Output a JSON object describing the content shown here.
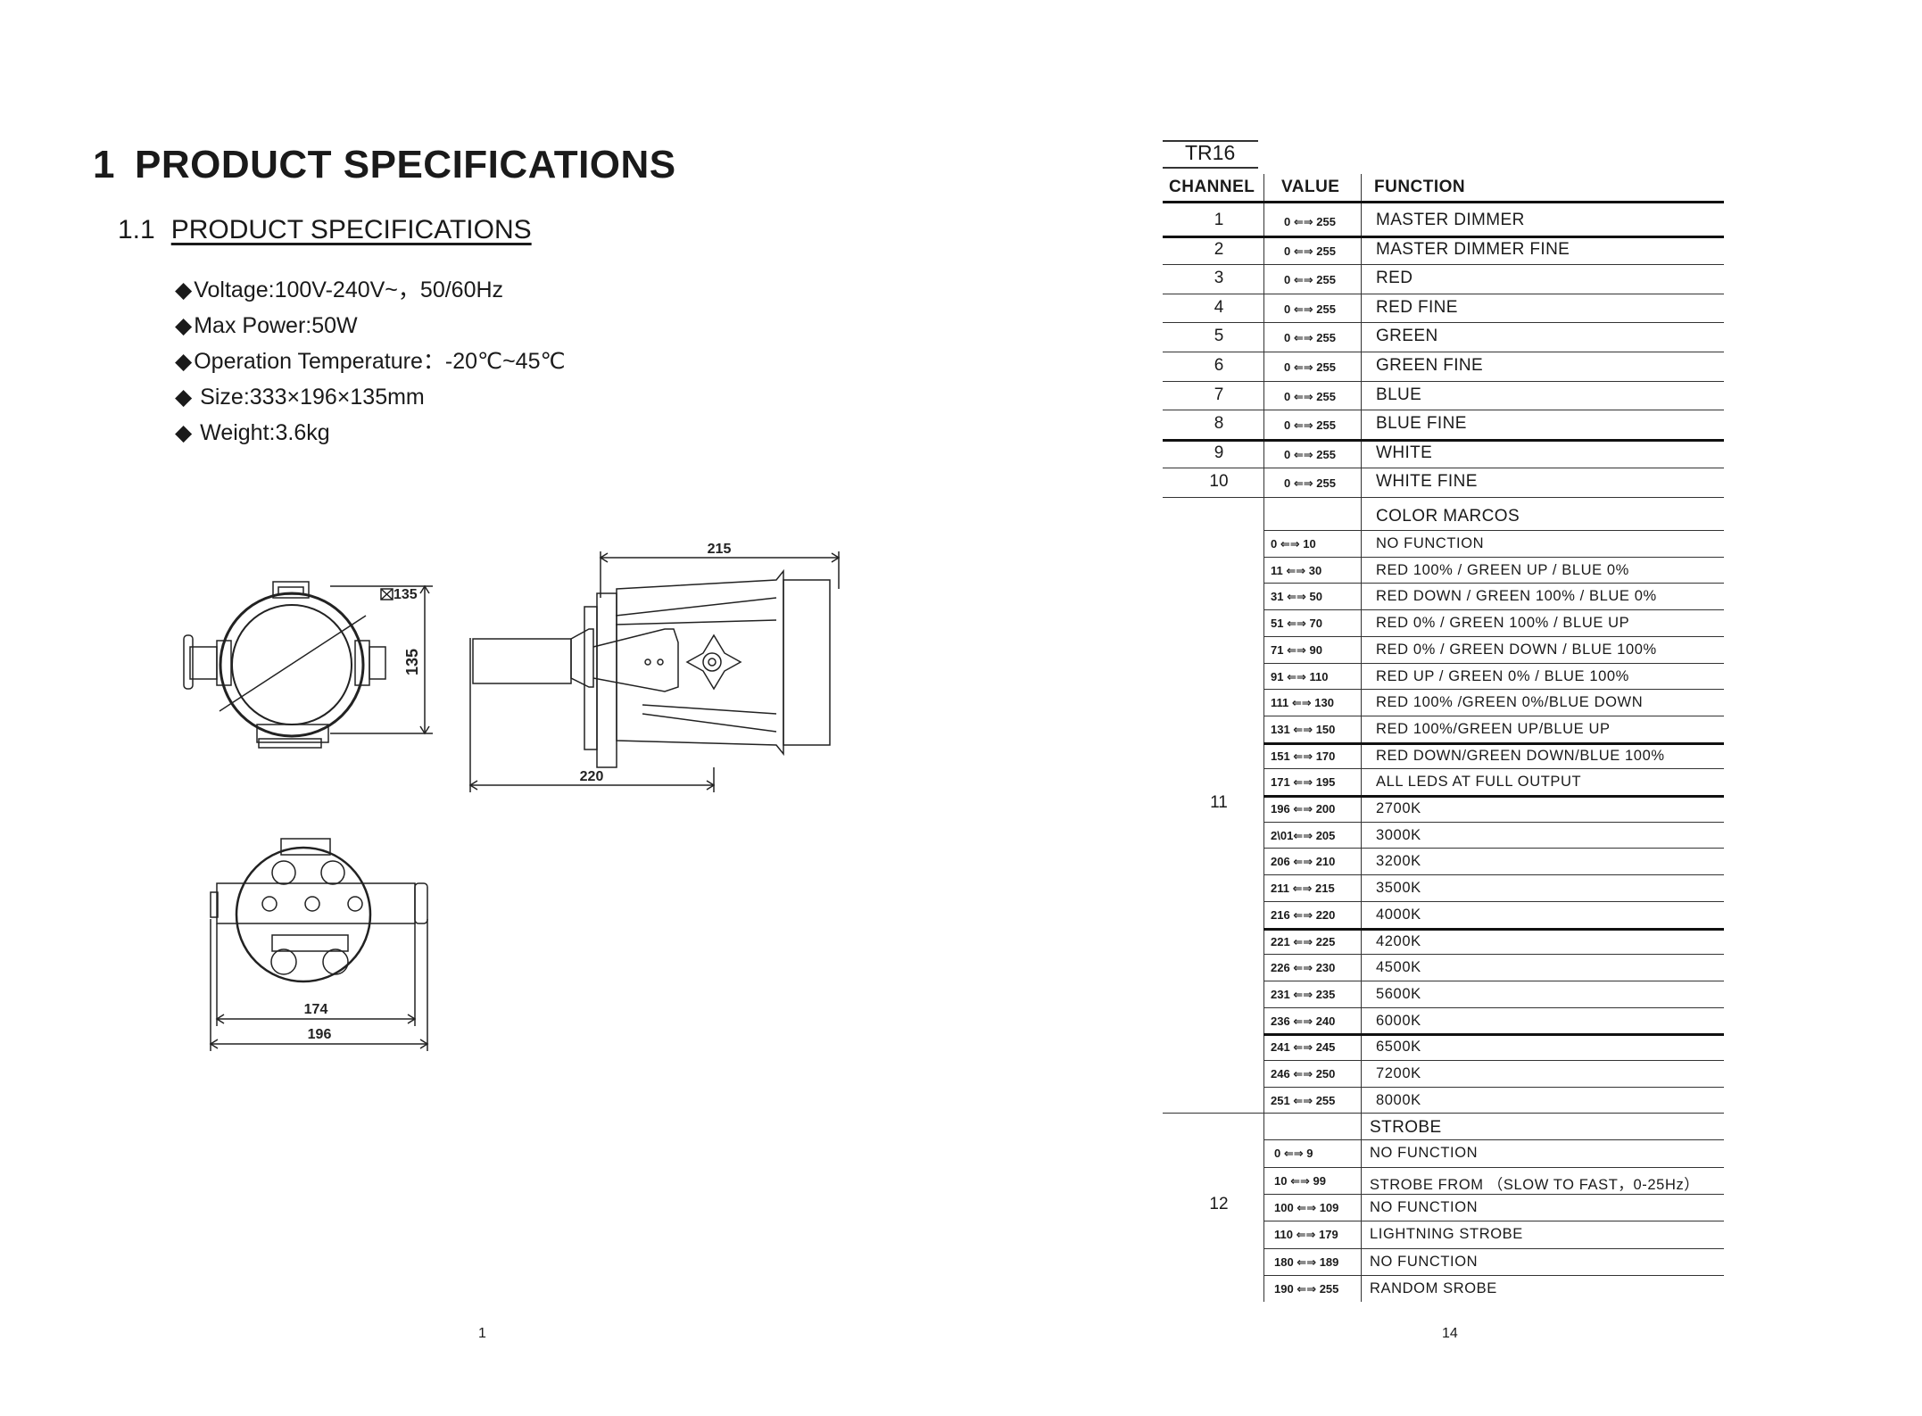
{
  "left_page": {
    "title_number": "1",
    "title": "PRODUCT SPECIFICATIONS",
    "section_number": "1.1",
    "section_title": "PRODUCT SPECIFICATIONS",
    "specs": [
      {
        "bullet": "◆",
        "text": "Voltage:100V-240V~，50/60Hz"
      },
      {
        "bullet": "◆",
        "text": "Max Power:50W"
      },
      {
        "bullet": "◆",
        "text": "Operation Temperature：-20℃~45℃"
      },
      {
        "bullet": "◆",
        "text": " Size:333×196×135mm"
      },
      {
        "bullet": "◆",
        "text": " Weight:3.6kg"
      }
    ],
    "drawing_labels": {
      "front_height": "135",
      "front_diameter": "135",
      "side_top": "215",
      "side_bottom": "220",
      "back_inner": "174",
      "back_outer": "196"
    },
    "page_number": "1"
  },
  "right_page": {
    "mode": "TR16",
    "headers": {
      "channel": "CHANNEL",
      "value": "VALUE",
      "function": "FUNCTION"
    },
    "simple_rows": [
      {
        "channel": "1",
        "value": "0 ⇐⇒ 255",
        "function": "MASTER DIMMER"
      },
      {
        "channel": "2",
        "value": "0 ⇐⇒ 255",
        "function": "MASTER DIMMER FINE"
      },
      {
        "channel": "3",
        "value": "0 ⇐⇒ 255",
        "function": "RED"
      },
      {
        "channel": "4",
        "value": "0 ⇐⇒ 255",
        "function": "RED FINE"
      },
      {
        "channel": "5",
        "value": "0 ⇐⇒ 255",
        "function": "GREEN"
      },
      {
        "channel": "6",
        "value": "0 ⇐⇒ 255",
        "function": "GREEN FINE"
      },
      {
        "channel": "7",
        "value": "0 ⇐⇒ 255",
        "function": "BLUE"
      },
      {
        "channel": "8",
        "value": "0 ⇐⇒ 255",
        "function": "BLUE FINE"
      },
      {
        "channel": "9",
        "value": "0 ⇐⇒ 255",
        "function": "WHITE"
      },
      {
        "channel": "10",
        "value": "0 ⇐⇒ 255",
        "function": "WHITE FINE"
      }
    ],
    "channel_11": {
      "channel": "11",
      "heading": "COLOR MARCOS",
      "rows": [
        {
          "value": "0 ⇐⇒ 10",
          "function": "NO FUNCTION"
        },
        {
          "value": "11 ⇐⇒ 30",
          "function": "RED 100%  / GREEN UP  / BLUE  0%"
        },
        {
          "value": "31 ⇐⇒ 50",
          "function": "RED DOWN / GREEN 100%  / BLUE 0%"
        },
        {
          "value": "51 ⇐⇒ 70",
          "function": "RED 0%  / GREEN 100%  / BLUE UP"
        },
        {
          "value": "71 ⇐⇒ 90",
          "function": " RED 0%  / GREEN DOWN  / BLUE 100%"
        },
        {
          "value": "91 ⇐⇒ 110",
          "function": "RED UP  / GREEN 0%  / BLUE 100%"
        },
        {
          "value": "111 ⇐⇒ 130",
          "function": "RED 100% /GREEN 0%/BLUE DOWN"
        },
        {
          "value": "131 ⇐⇒ 150",
          "function": "RED 100%/GREEN UP/BLUE UP"
        },
        {
          "value": "151 ⇐⇒ 170",
          "function": "RED DOWN/GREEN DOWN/BLUE 100%"
        },
        {
          "value": "171 ⇐⇒ 195",
          "function": "ALL LEDS AT FULL OUTPUT"
        },
        {
          "value": "196 ⇐⇒ 200",
          "function": "2700K"
        },
        {
          "value": "2\\01⇐⇒ 205",
          "function": "3000K"
        },
        {
          "value": "206 ⇐⇒ 210",
          "function": "3200K"
        },
        {
          "value": "211 ⇐⇒ 215",
          "function": "3500K"
        },
        {
          "value": "216 ⇐⇒ 220",
          "function": "4000K"
        },
        {
          "value": "221 ⇐⇒ 225",
          "function": "4200K"
        },
        {
          "value": "226 ⇐⇒ 230",
          "function": "4500K"
        },
        {
          "value": "231 ⇐⇒ 235",
          "function": "5600K"
        },
        {
          "value": "236 ⇐⇒ 240",
          "function": "6000K"
        },
        {
          "value": "241 ⇐⇒ 245",
          "function": "6500K"
        },
        {
          "value": "246 ⇐⇒ 250",
          "function": "7200K"
        },
        {
          "value": "251 ⇐⇒ 255",
          "function": "8000K"
        }
      ]
    },
    "channel_12": {
      "channel": "12",
      "heading": "STROBE",
      "rows": [
        {
          "value": "0 ⇐⇒ 9",
          "function": "NO FUNCTION"
        },
        {
          "value": "10 ⇐⇒ 99",
          "function": "STROBE FROM （SLOW TO FAST，0-25Hz）"
        },
        {
          "value": "100 ⇐⇒ 109",
          "function": "NO FUNCTION"
        },
        {
          "value": "110 ⇐⇒ 179",
          "function": "LIGHTNING STROBE"
        },
        {
          "value": "180 ⇐⇒ 189",
          "function": "NO FUNCTION"
        },
        {
          "value": "190 ⇐⇒ 255",
          "function": "RANDOM SROBE"
        }
      ]
    },
    "page_number": "14"
  }
}
